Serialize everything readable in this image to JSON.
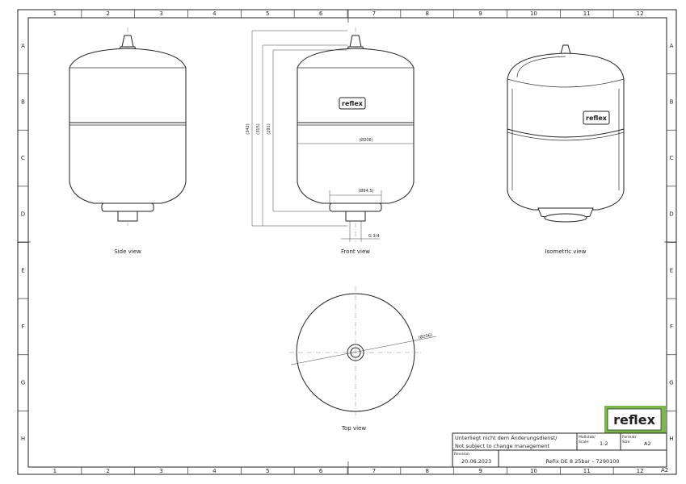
{
  "grid": {
    "columns": [
      "1",
      "2",
      "3",
      "4",
      "5",
      "6",
      "7",
      "8",
      "9",
      "10",
      "11",
      "12"
    ],
    "rows": [
      "A",
      "B",
      "C",
      "D",
      "E",
      "F",
      "G",
      "H"
    ]
  },
  "views": {
    "side": "Side view",
    "front": "Front view",
    "isometric": "Isometric view",
    "top": "Top view"
  },
  "dimensions": {
    "h342": "(342)",
    "h315": "(315)",
    "h291": "(291)",
    "d206": "(Ø206)",
    "d94": "(Ø94,5)",
    "thread": "G 3/4",
    "top_d206": "(Ø206)"
  },
  "logo": {
    "text": "reflex",
    "color": "#7ab648"
  },
  "title_block": {
    "note_de": "Unterliegt nicht dem Änderungsdienst/",
    "note_en": "Not subject to change management",
    "scale_label": "Maßstab/\nScale:",
    "scale_label_1": "Maßstab/",
    "scale_label_2": "Scale:",
    "scale_value": "1:2",
    "format_label_1": "Format/",
    "format_label_2": "Size:",
    "format_value": "A2",
    "revision_label": "Revision",
    "revision_date": "20.06.2023",
    "title": "Refix DE 8 25bar – 7290100",
    "corner": "A2"
  }
}
